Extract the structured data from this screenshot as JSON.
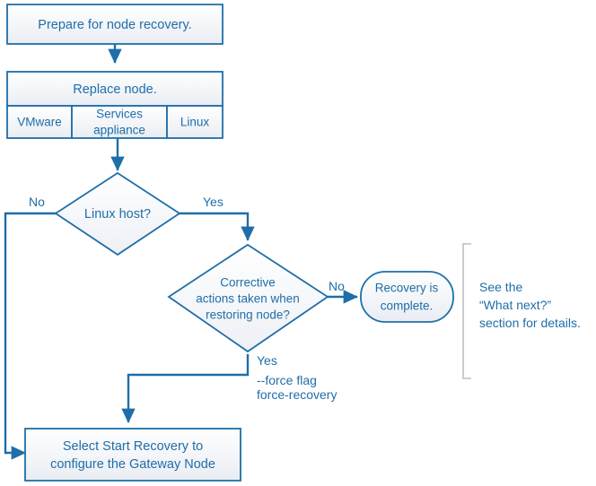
{
  "diagram": {
    "title": "Node recovery decision flowchart",
    "colors": {
      "line": "#1F6EA8",
      "text": "#1F6EA8",
      "fill_top": "#FFFFFF",
      "fill_bottom": "#E8ECF2",
      "bracket": "#BFBFBF",
      "background": "#FFFFFF"
    },
    "nodes": {
      "prepare": {
        "label": "Prepare for node recovery.",
        "shape": "process"
      },
      "replace": {
        "label": "Replace node.",
        "shape": "process-grouped"
      },
      "replace_options": [
        {
          "label": "VMware"
        },
        {
          "label": "Services\nappliance",
          "line1": "Services",
          "line2": "appliance"
        },
        {
          "label": "Linux"
        }
      ],
      "linux_host": {
        "label": "Linux host?",
        "shape": "decision"
      },
      "corrective": {
        "shape": "decision",
        "line1": "Corrective",
        "line2": "actions taken when",
        "line3": "restoring node?"
      },
      "recovery_complete": {
        "shape": "terminator",
        "line1": "Recovery is",
        "line2": "complete."
      },
      "start_recovery": {
        "shape": "process",
        "line1": "Select Start Recovery to",
        "line2": "configure the Gateway Node"
      }
    },
    "edge_labels": {
      "linux_no": "No",
      "linux_yes": "Yes",
      "corrective_no": "No",
      "corrective_yes": "Yes",
      "force_flag_line1": "--force flag",
      "force_flag_line2": "force-recovery"
    },
    "annotation": {
      "line1": "See the",
      "line2": "“What next?”",
      "line3": "section for details."
    }
  }
}
